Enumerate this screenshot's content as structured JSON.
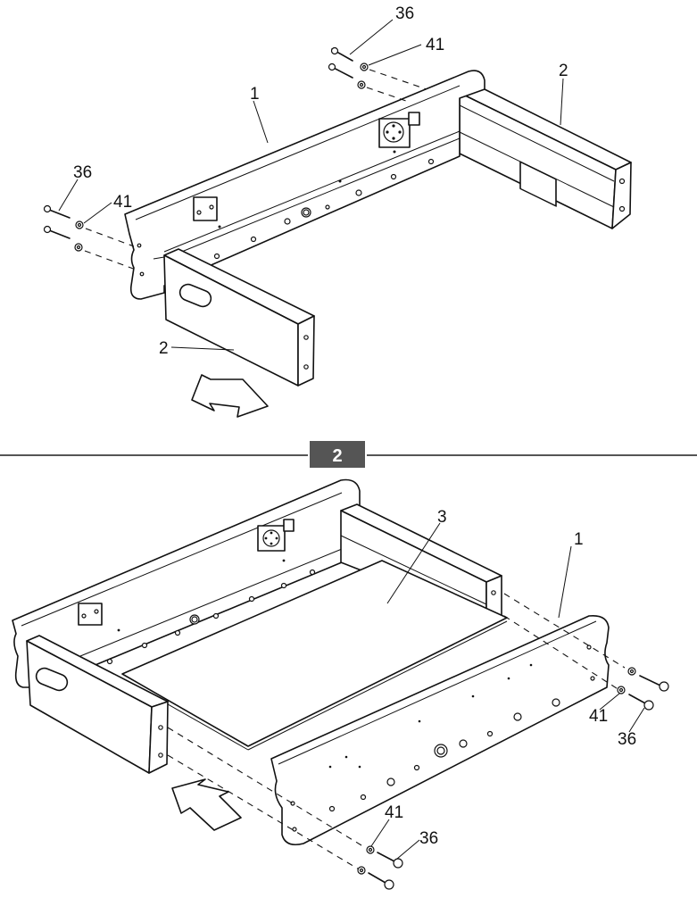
{
  "step": {
    "number": "2"
  },
  "step1_callouts": {
    "screw_top": "36",
    "washer_top": "41",
    "side_rail": "1",
    "end_panel_right": "2",
    "screw_left": "36",
    "washer_left": "41",
    "end_panel_front": "2"
  },
  "step2_callouts": {
    "bottom_board": "3",
    "side_rail": "1",
    "washer_right": "41",
    "screw_right": "36",
    "washer_bottom": "41",
    "screw_bottom": "36"
  }
}
